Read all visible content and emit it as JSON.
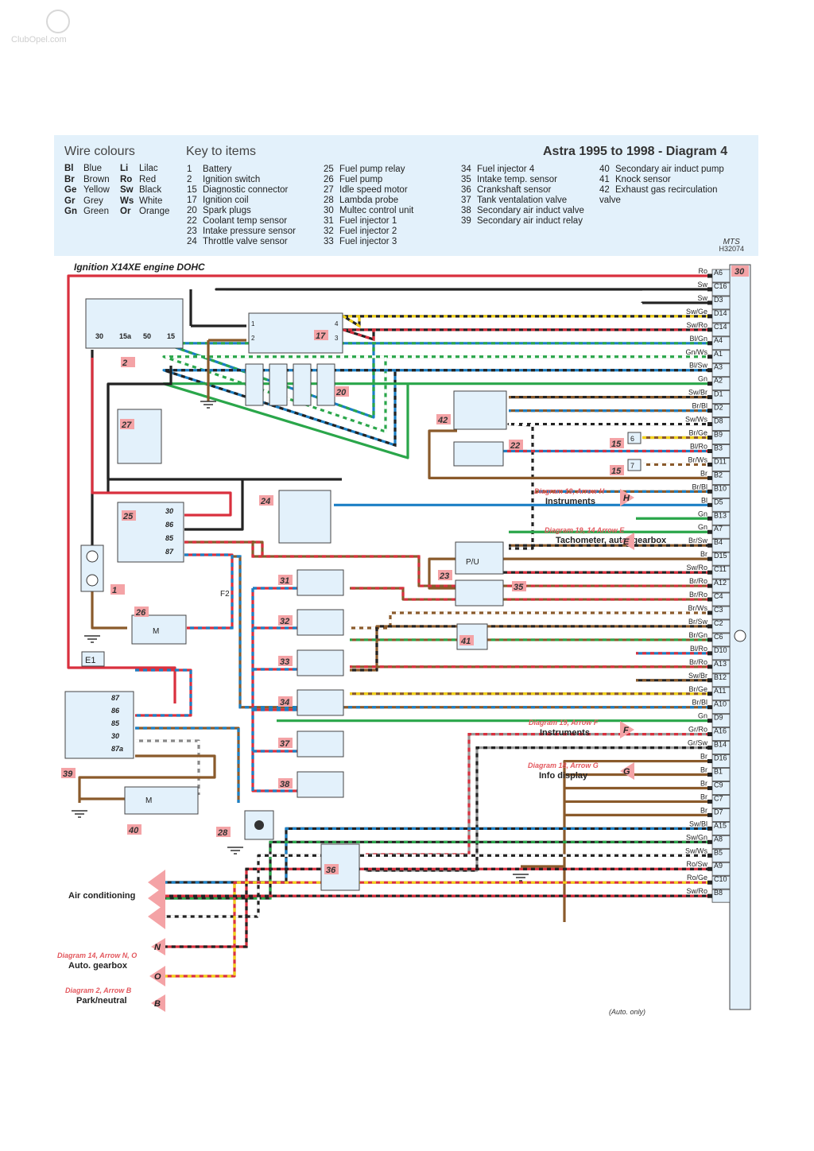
{
  "watermark": "ClubOpel.com",
  "title": "Astra 1995 to 1998 - Diagram 4",
  "wire_colours_title": "Wire colours",
  "key_title": "Key to items",
  "wire_colours": [
    {
      "code": "Bl",
      "name": "Blue"
    },
    {
      "code": "Br",
      "name": "Brown"
    },
    {
      "code": "Ge",
      "name": "Yellow"
    },
    {
      "code": "Gr",
      "name": "Grey"
    },
    {
      "code": "Gn",
      "name": "Green"
    },
    {
      "code": "Li",
      "name": "Lilac"
    },
    {
      "code": "Ro",
      "name": "Red"
    },
    {
      "code": "Sw",
      "name": "Black"
    },
    {
      "code": "Ws",
      "name": "White"
    },
    {
      "code": "Or",
      "name": "Orange"
    }
  ],
  "key_items": [
    {
      "n": "1",
      "label": "Battery"
    },
    {
      "n": "2",
      "label": "Ignition switch"
    },
    {
      "n": "15",
      "label": "Diagnostic connector"
    },
    {
      "n": "17",
      "label": "Ignition coil"
    },
    {
      "n": "20",
      "label": "Spark plugs"
    },
    {
      "n": "22",
      "label": "Coolant temp sensor"
    },
    {
      "n": "23",
      "label": "Intake pressure sensor"
    },
    {
      "n": "24",
      "label": "Throttle valve sensor"
    },
    {
      "n": "25",
      "label": "Fuel pump relay"
    },
    {
      "n": "26",
      "label": "Fuel pump"
    },
    {
      "n": "27",
      "label": "Idle speed motor"
    },
    {
      "n": "28",
      "label": "Lambda probe"
    },
    {
      "n": "30",
      "label": "Multec control unit"
    },
    {
      "n": "31",
      "label": "Fuel injector 1"
    },
    {
      "n": "32",
      "label": "Fuel injector 2"
    },
    {
      "n": "33",
      "label": "Fuel injector 3"
    },
    {
      "n": "34",
      "label": "Fuel injector 4"
    },
    {
      "n": "35",
      "label": "Intake temp. sensor"
    },
    {
      "n": "36",
      "label": "Crankshaft sensor"
    },
    {
      "n": "37",
      "label": "Tank ventalation valve"
    },
    {
      "n": "38",
      "label": "Secondary air induct valve"
    },
    {
      "n": "39",
      "label": "Secondary air induct relay"
    },
    {
      "n": "40",
      "label": "Secondary air induct pump"
    },
    {
      "n": "41",
      "label": "Knock sensor"
    },
    {
      "n": "42",
      "label": "Exhaust gas recirculation valve"
    }
  ],
  "mts_code": [
    "MTS",
    "H32074"
  ],
  "section_label": "Ignition X14XE engine DOHC",
  "ecu_label": "30",
  "colors": {
    "Ro": "#d9303e",
    "Sw": "#222222",
    "Br": "#8a5a2b",
    "Bl": "#1b7fc4",
    "Gn": "#2aa64a",
    "Ge": "#f2d21a",
    "Ws": "#ffffff",
    "Gr": "#9a9a9a",
    "tag": "#f4a3a6",
    "box": "#e3f1fb"
  },
  "pins": [
    {
      "pin": "A6",
      "wire": "Ro"
    },
    {
      "pin": "C16",
      "wire": "Sw"
    },
    {
      "pin": "D3",
      "wire": "Sw"
    },
    {
      "pin": "D14",
      "wire": "Sw/Ge"
    },
    {
      "pin": "C14",
      "wire": "Sw/Ro"
    },
    {
      "pin": "A4",
      "wire": "Bl/Gn"
    },
    {
      "pin": "A1",
      "wire": "Gn/Ws"
    },
    {
      "pin": "A3",
      "wire": "Bl/Sw"
    },
    {
      "pin": "A2",
      "wire": "Gn"
    },
    {
      "pin": "D1",
      "wire": "Sw/Br"
    },
    {
      "pin": "D2",
      "wire": "Br/Bl"
    },
    {
      "pin": "D8",
      "wire": "Sw/Ws"
    },
    {
      "pin": "B9",
      "wire": "Br/Ge"
    },
    {
      "pin": "B3",
      "wire": "Bl/Ro"
    },
    {
      "pin": "D11",
      "wire": "Br/Ws"
    },
    {
      "pin": "B2",
      "wire": "Br"
    },
    {
      "pin": "B10",
      "wire": "Br/Bl"
    },
    {
      "pin": "D5",
      "wire": "Bl"
    },
    {
      "pin": "B13",
      "wire": "Gn"
    },
    {
      "pin": "A7",
      "wire": "Gn"
    },
    {
      "pin": "B4",
      "wire": "Br/Sw"
    },
    {
      "pin": "D15",
      "wire": "Br"
    },
    {
      "pin": "C11",
      "wire": "Sw/Ro"
    },
    {
      "pin": "A12",
      "wire": "Br/Ro"
    },
    {
      "pin": "C4",
      "wire": "Br/Ro"
    },
    {
      "pin": "C3",
      "wire": "Br/Ws"
    },
    {
      "pin": "C2",
      "wire": "Br/Sw"
    },
    {
      "pin": "C6",
      "wire": "Br/Gn"
    },
    {
      "pin": "D10",
      "wire": "Bl/Ro"
    },
    {
      "pin": "A13",
      "wire": "Br/Ro"
    },
    {
      "pin": "B12",
      "wire": "Sw/Br"
    },
    {
      "pin": "A11",
      "wire": "Br/Ge"
    },
    {
      "pin": "A10",
      "wire": "Br/Bl"
    },
    {
      "pin": "D9",
      "wire": "Gn"
    },
    {
      "pin": "A16",
      "wire": "Gr/Ro"
    },
    {
      "pin": "B14",
      "wire": "Gr/Sw"
    },
    {
      "pin": "D16",
      "wire": "Br"
    },
    {
      "pin": "B1",
      "wire": "Br"
    },
    {
      "pin": "C9",
      "wire": "Br"
    },
    {
      "pin": "C7",
      "wire": "Br"
    },
    {
      "pin": "D7",
      "wire": "Br"
    },
    {
      "pin": "A15",
      "wire": "Sw/Bl"
    },
    {
      "pin": "A8",
      "wire": "Sw/Gn"
    },
    {
      "pin": "B5",
      "wire": "Sw/Ws"
    },
    {
      "pin": "A9",
      "wire": "Ro/Sw"
    },
    {
      "pin": "C10",
      "wire": "Ro/Ge"
    },
    {
      "pin": "B8",
      "wire": "Sw/Ro"
    }
  ],
  "component_tags": [
    "1",
    "2",
    "15",
    "15",
    "17",
    "20",
    "22",
    "23",
    "24",
    "25",
    "26",
    "27",
    "28",
    "31",
    "32",
    "33",
    "34",
    "35",
    "36",
    "37",
    "38",
    "39",
    "40",
    "41",
    "42"
  ],
  "external_refs": [
    {
      "ref": "Diagram 19, Arrow H",
      "name": "Instruments",
      "letter": "H"
    },
    {
      "ref": "Diagram 19, 14 Arrow E",
      "name": "Tachometer, auto. gearbox",
      "letter": "E"
    },
    {
      "ref": "Diagram 19, Arrow F",
      "name": "Instruments",
      "letter": "F"
    },
    {
      "ref": "Diagram 18, Arrow G",
      "name": "Info display",
      "letter": "G"
    },
    {
      "ref": "Diagram 14, Arrow N, O",
      "name": "Auto. gearbox",
      "letter": "N"
    },
    {
      "ref": "Diagram 2, Arrow B",
      "name": "Park/neutral",
      "letter": "B"
    }
  ],
  "left_labels": {
    "air_conditioning": "Air conditioning",
    "letter_o": "O",
    "auto_only": "(Auto. only)",
    "e1": "E1",
    "f2": "F2"
  },
  "misc": {
    "relay25_pins": [
      "30",
      "86",
      "85",
      "87"
    ],
    "relay39_pins": [
      "87",
      "86",
      "85",
      "30",
      "87a"
    ],
    "switch_pins": [
      "30",
      "15a",
      "50",
      "15"
    ],
    "coil_pins": [
      "1",
      "2",
      "4",
      "3"
    ],
    "conn15a": "6",
    "conn15b": "7",
    "mark_m": "M",
    "sensor_pu": "P/U"
  }
}
